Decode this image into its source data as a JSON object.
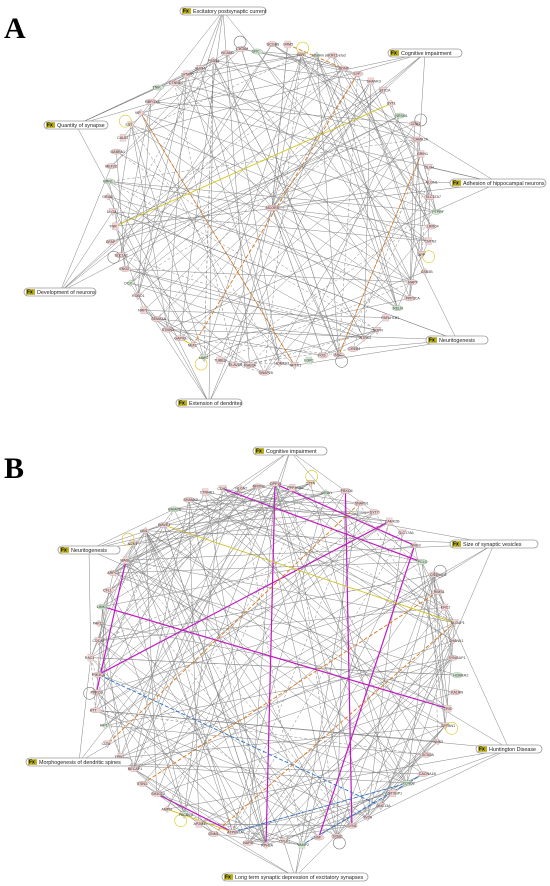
{
  "panels": [
    {
      "id": "A",
      "letter": "A",
      "fx_tag": "Fx",
      "functions": [
        {
          "label": "Excitatory postsynaptic current"
        },
        {
          "label": "Cognitive impairment"
        },
        {
          "label": "Quantity of synapse"
        },
        {
          "label": "Adhesion of hippocampal neurons"
        },
        {
          "label": "Development of neurons"
        },
        {
          "label": "Neuritogenesis"
        },
        {
          "label": "Extension of dendrites"
        }
      ],
      "center_label": "NCOR4",
      "nodes": [
        "SCGB3",
        "GRM5",
        "EAR1",
        "Vitamin alpha1 beta3",
        "KIF11",
        "BDNF",
        "SYP",
        "SHANK3",
        "STX1A",
        "SYT1",
        "NRXN1",
        "CDH1",
        "CAMK2A",
        "GRIN1",
        "DLG4",
        "NLGN1",
        "SLC17A7",
        "PTPRF",
        "LRRC4",
        "CNTN2",
        "APP",
        "GSK3B",
        "MAPT",
        "PPP3CA",
        "RELN",
        "PAFAH1B1",
        "NGFR",
        "NTRK2",
        "CREB1",
        "ARC",
        "FOS",
        "EGR1",
        "NPTX1",
        "HOMER1",
        "SNAP25",
        "RAB3A",
        "ELAVL4",
        "TUBB3",
        "MAP2",
        "NEFL",
        "GAP43",
        "STMN2",
        "SEMA3A",
        "NRP1",
        "ROBO1",
        "DCX",
        "ENO2",
        "SLC1A2",
        "GFAP",
        "TNR",
        "DLG2",
        "GRIA2",
        "NRN1",
        "MEF2C",
        "GABRA1",
        "CALB1",
        "SST",
        "VIP",
        "RBFOX3",
        "TNIK",
        "CTNND2",
        "SYNPO",
        "SHISA",
        "PSD95",
        "NCAM1",
        "L1CAM",
        "SRC"
      ]
    },
    {
      "id": "B",
      "letter": "B",
      "fx_tag": "Fx",
      "functions": [
        {
          "label": "Cognitive impairment"
        },
        {
          "label": "Neuritogenesis"
        },
        {
          "label": "Size of synaptic vesicles"
        },
        {
          "label": "Huntington Disease"
        },
        {
          "label": "Morphogenesis of dendritic spines"
        },
        {
          "label": "Long term synaptic depression of excitatory synapses"
        }
      ],
      "center_label": "",
      "nodes": [
        "DPP10",
        "PPP1R9A",
        "CTTN",
        "GRIA1",
        "FBXO4",
        "SNAP91",
        "SYT7",
        "CAMK2B",
        "SLC17A6",
        "GNG3",
        "PCLO",
        "CNTNAP2",
        "RIMS1",
        "ERC2",
        "DLGAP1",
        "SHANK1",
        "SYNGAP1",
        "HOMER2",
        "KALRN",
        "TRIO",
        "SPTBN1",
        "ANK3",
        "SCN2A",
        "CACNA1B",
        "KCNQ2",
        "STXBP1",
        "UNC13A",
        "SV2A",
        "SYN1",
        "SYN2",
        "NSF",
        "VAMP2",
        "CPLX1",
        "RPH3A",
        "NAPB",
        "ATP6V1A",
        "DNM1",
        "AP2M1",
        "PACSIN1",
        "AMPH",
        "SH3GL2",
        "ITSN1",
        "NECAP1",
        "EPN1",
        "CLTA",
        "HIP1",
        "HTT",
        "PRKCG",
        "PIK3CA",
        "RAC1",
        "CDC42",
        "PAK1",
        "LIMK1",
        "CFL1",
        "ARPC2",
        "WASL",
        "NCK1",
        "ABI1",
        "WAVE1",
        "BAIAP2",
        "SHANK2",
        "CTNNB1",
        "CDH2",
        "NLGN2",
        "NRXN2"
      ]
    }
  ]
}
